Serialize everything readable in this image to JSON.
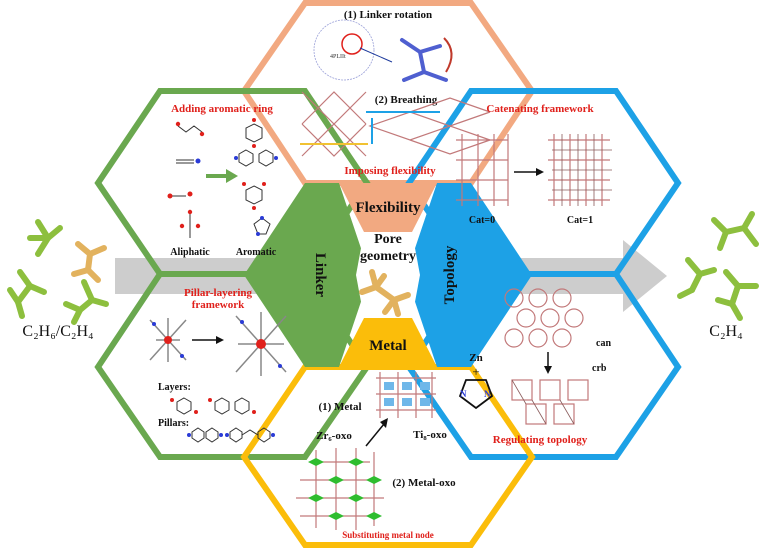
{
  "colors": {
    "linker": "#6aa84f",
    "flexibility": "#f2a981",
    "topology": "#1da1e6",
    "metal": "#fbbd0a",
    "molecule_green": "#8dbf3e",
    "molecule_orange": "#e2b25e",
    "arrow": "#cdcdcd",
    "label_red": "#e0201b"
  },
  "left": {
    "mixture_label": "C₂H₆/C₂H₄"
  },
  "right": {
    "product_label": "C₂H₄"
  },
  "center": {
    "line1": "Pore",
    "line2": "geometry"
  },
  "strategies": {
    "linker": "Linker",
    "flexibility": "Flexibility",
    "topology": "Topology",
    "metal": "Metal"
  },
  "panels": {
    "aromatic": {
      "title": "Adding aromatic ring",
      "left_caption": "Aliphatic",
      "right_caption": "Aromatic"
    },
    "flexible": {
      "sub1": "(1) Linker rotation",
      "sub2": "(2) Breathing",
      "title": "Imposing flexibility",
      "hint": "4PLIIt"
    },
    "catenating": {
      "title": "Catenating framework",
      "left_caption": "Cat=0",
      "right_caption": "Cat=1"
    },
    "pillar": {
      "title_line1": "Pillar-layering",
      "title_line2": "framework",
      "layers_label": "Layers:",
      "pillars_label": "Pillars:"
    },
    "metalnode": {
      "sub1": "(1) Metal",
      "sub2": "(2) Metal-oxo",
      "zn": "Zn",
      "plus": "+",
      "ti_label": "Ti₈-oxo",
      "zr_label": "Zr₆-oxo",
      "title": "Substituting metal node"
    },
    "topology": {
      "label_can": "can",
      "label_crb": "crb",
      "title": "Regulating topology"
    }
  }
}
